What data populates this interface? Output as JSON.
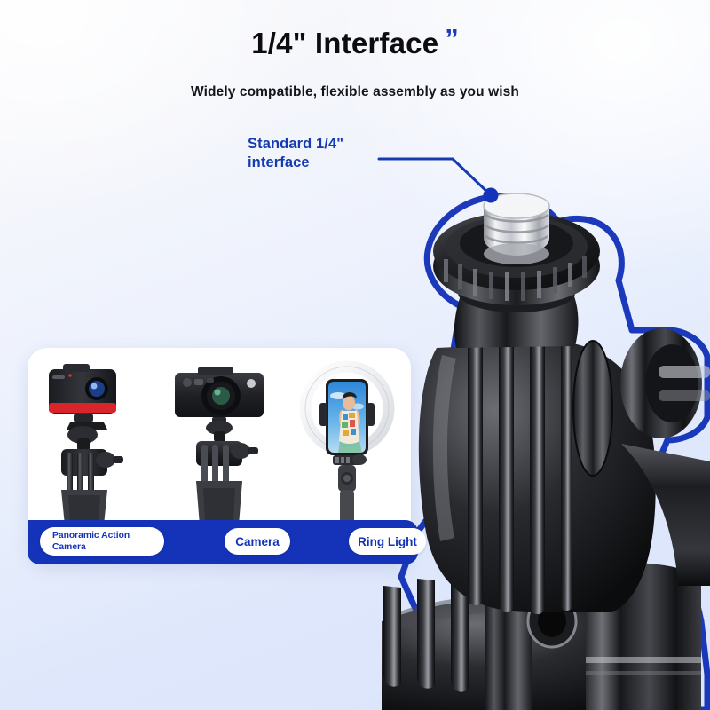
{
  "header": {
    "title": "1/4\" Interface",
    "title_quote": "”",
    "subtitle": "Widely compatible, flexible assembly as you wish"
  },
  "callout": {
    "label": "Standard 1/4\"\ninterface",
    "line1": "Standard 1/4\"",
    "line2": "interface",
    "marker": "callout-dot"
  },
  "compatibility_card": {
    "items": [
      {
        "label": "Panoramic Action\nCamera",
        "label_line1": "Panoramic Action",
        "label_line2": "Camera",
        "icon": "action-camera-thumbnail"
      },
      {
        "label": "Camera",
        "icon": "mirrorless-camera-thumbnail"
      },
      {
        "label": "Ring Light",
        "icon": "ring-light-thumbnail"
      }
    ]
  },
  "product": {
    "name": "gimbal-tripod-head",
    "parts": [
      "quarter-inch-screw",
      "knurled-locking-disc",
      "gimbal-arm",
      "gopro-style-mount",
      "tension-knob"
    ]
  },
  "colors": {
    "brand_blue": "#1433b8",
    "callout_blue": "#153bb0",
    "title_black": "#0d0d10",
    "card_white": "#ffffff",
    "bg_top": "#fafafc",
    "bg_bottom": "#dbe4fb"
  }
}
